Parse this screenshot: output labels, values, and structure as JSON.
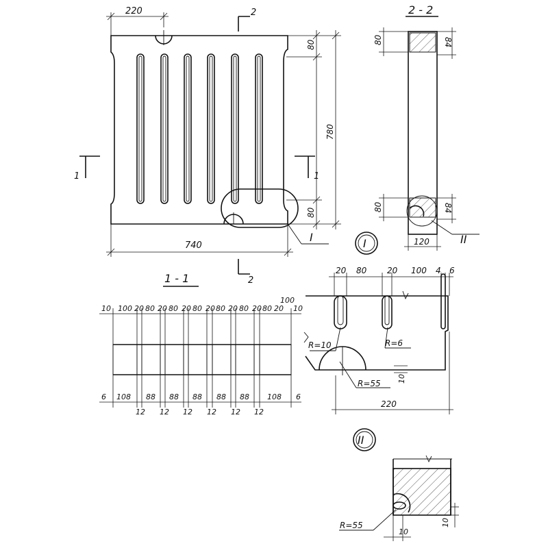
{
  "plan": {
    "dim_top": "220",
    "dim_bottom": "740",
    "dim_right_top": "80",
    "dim_right_height": "780",
    "dim_right_bottom": "80",
    "cut_1": "1",
    "cut_2": "2",
    "callout_I": "I"
  },
  "section_22": {
    "title": "2 - 2",
    "dim_top_left": "80",
    "dim_top_right": "84",
    "dim_bottom_left": "80",
    "dim_bottom_right": "84",
    "dim_width": "120",
    "callout_II": "II"
  },
  "section_11": {
    "title": "1 - 1",
    "top_dims": [
      "10",
      "100",
      "20",
      "80",
      "20",
      "80",
      "20",
      "80",
      "20",
      "80",
      "20",
      "80",
      "20",
      "80",
      "20",
      "100",
      "10"
    ],
    "bottom_dims": [
      "6",
      "108",
      "88",
      "88",
      "88",
      "88",
      "88",
      "108",
      "6"
    ],
    "bottom_small_dims": [
      "12",
      "12",
      "12",
      "12",
      "12",
      "12"
    ]
  },
  "detail_I": {
    "label": "I",
    "top_dims": [
      "20",
      "80",
      "20",
      "100",
      "4",
      "6"
    ],
    "radius_1": "R=10",
    "radius_2": "R=6",
    "radius_3": "R=55",
    "dim_10": "10",
    "dim_220": "220"
  },
  "detail_II": {
    "label": "II",
    "radius": "R=55",
    "dim_10_a": "10",
    "dim_10_b": "10"
  }
}
